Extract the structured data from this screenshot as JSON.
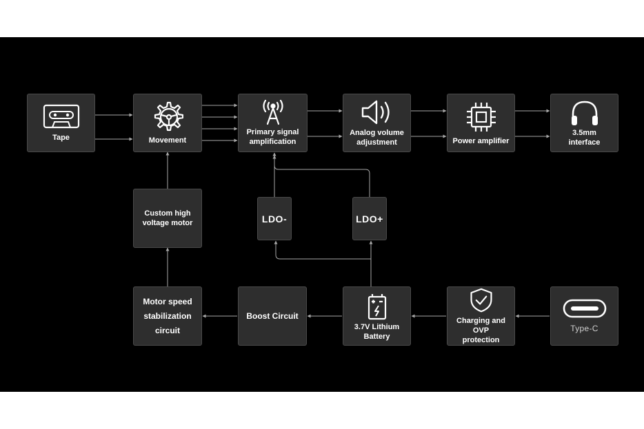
{
  "diagram": {
    "nodes": {
      "tape": {
        "label": "Tape",
        "icon": "cassette-tape-icon"
      },
      "movement": {
        "label": "Movement",
        "icon": "gear-wheel-icon"
      },
      "primary": {
        "label": "Primary signal\namplification",
        "icon": "antenna-tower-icon"
      },
      "volume": {
        "label": "Analog volume\nadjustment",
        "icon": "speaker-volume-icon"
      },
      "amp": {
        "label": "Power amplifier",
        "icon": "chip-icon"
      },
      "jack": {
        "label": "3.5mm\ninterface",
        "icon": "headphones-icon"
      },
      "motor": {
        "label": "Custom high\nvoltage motor"
      },
      "ldo_minus": {
        "label": "LDO-"
      },
      "ldo_plus": {
        "label": "LDO+"
      },
      "speed": {
        "label": "Motor speed\nstabilization\ncircuit"
      },
      "boost": {
        "label": "Boost Circuit"
      },
      "battery": {
        "label": "3.7V Lithium\nBattery",
        "icon": "battery-icon"
      },
      "charging": {
        "label": "Charging and OVP\nprotection",
        "icon": "shield-check-icon"
      },
      "typec": {
        "label": "Type-C",
        "icon": "usb-c-port-icon"
      }
    },
    "colors": {
      "background": "#000000",
      "node_fill": "#2e2e2e",
      "node_border": "#4a4a4a",
      "wire": "#a8a8a8",
      "text": "#ffffff"
    }
  }
}
